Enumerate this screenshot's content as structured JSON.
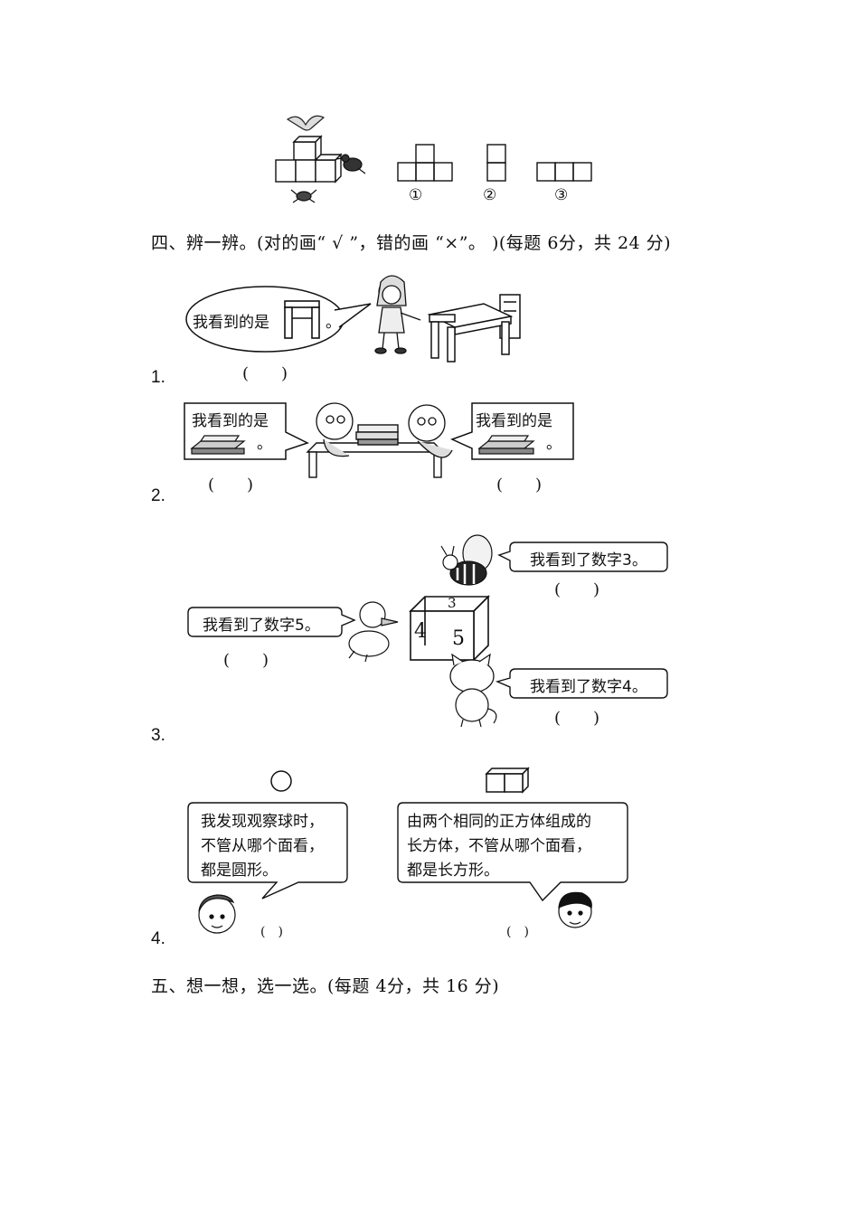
{
  "top_figure": {
    "labels": [
      "①",
      "②",
      "③"
    ]
  },
  "section4": {
    "heading": "四、辨一辨。(对的画“ √ ”，错的画 “×”。 )(每题 6分，共 24 分)",
    "questions": [
      {
        "num": "1.",
        "bubble": "我看到的是",
        "bubble_end": "。",
        "paren": "(　　)"
      },
      {
        "num": "2.",
        "bubble_left": "我看到的是",
        "bubble_left_end": "。",
        "bubble_right": "我看到的是",
        "bubble_right_end": "。",
        "paren_left": "(　　)",
        "paren_right": "(　　)"
      },
      {
        "num": "3.",
        "bee_say": "我看到了数字3。",
        "duck_say": "我看到了数字5。",
        "cat_say": "我看到了数字4。",
        "paren_bee": "(　　)",
        "paren_duck": "(　　)",
        "paren_cat": "(　　)",
        "cube_faces": {
          "top": "3",
          "left": "4",
          "front": "5"
        }
      },
      {
        "num": "4.",
        "left_say": [
          "我发现观察球时，",
          "不管从哪个面看，",
          "都是圆形。"
        ],
        "right_say": [
          "由两个相同的正方体组成的",
          "长方体，不管从哪个面看，",
          "都是长方形。"
        ],
        "paren_left": "(　)",
        "paren_right": "(　)"
      }
    ]
  },
  "section5": {
    "heading": "五、想一想，选一选。(每题 4分，共 16 分)"
  }
}
